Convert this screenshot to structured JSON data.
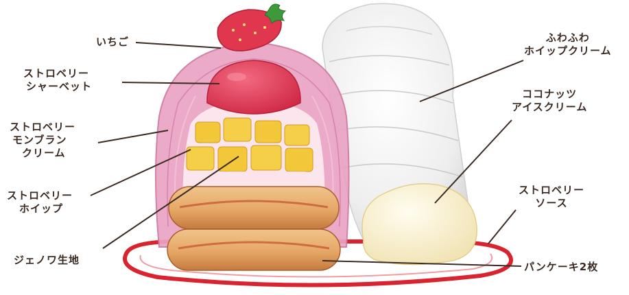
{
  "labels": {
    "ichigo": "いちご",
    "sherbet_1": "ストロベリー",
    "sherbet_2": "シャーベット",
    "montblanc_1": "ストロベリー",
    "montblanc_2": "モンブラン",
    "montblanc_3": "クリーム",
    "whip_1": "ストロベリー",
    "whip_2": "ホイップ",
    "genoise": "ジェノワ生地",
    "fuwafuwa_1": "ふわふわ",
    "fuwafuwa_2": "ホイップクリーム",
    "coconut_1": "ココナッツ",
    "coconut_2": "アイスクリーム",
    "sauce_1": "ストロベリー",
    "sauce_2": "ソース",
    "pancake": "パンケーキ2枚"
  },
  "colors": {
    "label_text": "#3a2a22",
    "leader_line": "#3a2a22",
    "strawberry": "#e0364e",
    "sherbet": "#e8405a",
    "montblanc_pink": "#e89bbe",
    "pancake": "#e8b071",
    "pancake_dark": "#b86a35",
    "mango": "#f2c83a",
    "whipped_cream": "#f4f4f4",
    "ice_cream": "#fbf4d8",
    "sauce_red": "#d9232f"
  }
}
